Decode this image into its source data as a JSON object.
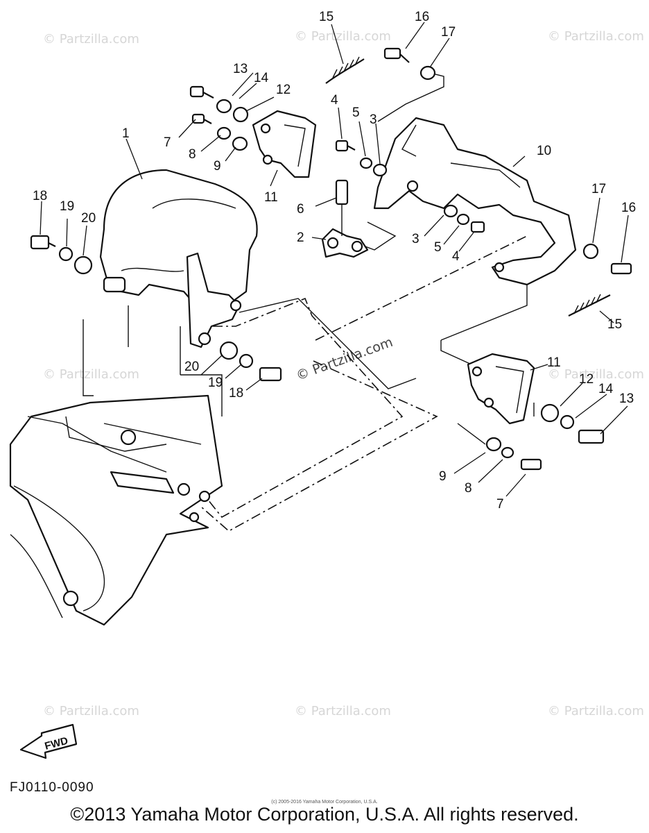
{
  "watermark": "© Partzilla.com",
  "diagram_code": "FJ0110-0090",
  "fwd_label": "FWD",
  "small_copyright": "(c) 2005-2016 Yamaha Motor Corporation, U.S.A.",
  "copyright": "©2013 Yamaha Motor Corporation, U.S.A. All rights reserved.",
  "callouts": {
    "c1": "1",
    "c2": "2",
    "c3a": "3",
    "c3b": "3",
    "c4a": "4",
    "c4b": "4",
    "c5a": "5",
    "c5b": "5",
    "c6": "6",
    "c7a": "7",
    "c7b": "7",
    "c8a": "8",
    "c8b": "8",
    "c9a": "9",
    "c9b": "9",
    "c10": "10",
    "c11a": "11",
    "c11b": "11",
    "c12a": "12",
    "c12b": "12",
    "c13a": "13",
    "c13b": "13",
    "c14a": "14",
    "c14b": "14",
    "c15a": "15",
    "c15b": "15",
    "c16a": "16",
    "c16b": "16",
    "c17a": "17",
    "c17b": "17",
    "c18a": "18",
    "c18b": "18",
    "c19a": "19",
    "c19b": "19",
    "c20a": "20",
    "c20b": "20"
  }
}
